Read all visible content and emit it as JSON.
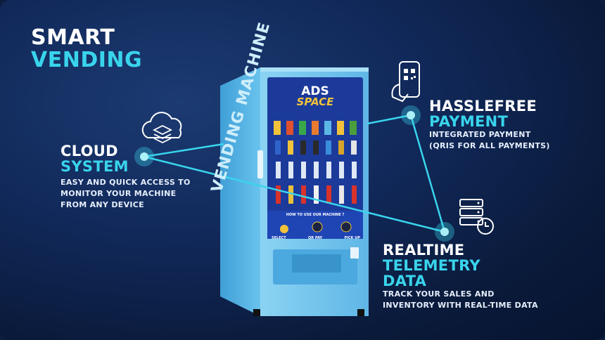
{
  "headline": {
    "line1": "SMART",
    "line2": "VENDING"
  },
  "cloud": {
    "title1": "CLOUD",
    "title2": "SYSTEM",
    "desc": [
      "EASY AND QUICK ACCESS TO",
      "MONITOR YOUR MACHINE",
      "FROM ANY DEVICE"
    ]
  },
  "payment": {
    "title1": "HASSLEFREE",
    "title2": "PAYMENT",
    "desc": [
      "INTEGRATED PAYMENT",
      "(QRIS FOR ALL PAYMENTS)"
    ]
  },
  "telemetry": {
    "title1": "REALTIME",
    "title2": "TELEMETRY",
    "title3": "DATA",
    "desc": [
      "Track your sales and",
      "inventory with real-time data"
    ]
  },
  "machine": {
    "brand1": "ADS",
    "brand2": "SPACE",
    "side_text": "VENDING MACHINE",
    "howto": "HOW TO USE OUR MACHINE ?",
    "steps": [
      "SELECT",
      "QR PAY",
      "PICK UP"
    ]
  },
  "colors": {
    "accent": "#39d4ec",
    "machine": "#6ac3ee",
    "screen": "#1c3a9a"
  }
}
